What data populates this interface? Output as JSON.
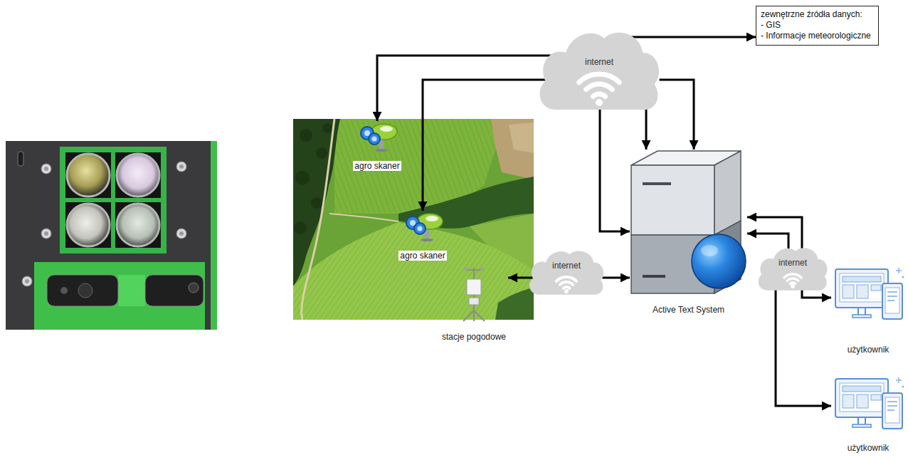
{
  "diagram": {
    "nodes": [
      {
        "text": [
          "internet"
        ]
      },
      {
        "text": [
          "zewnętrzne źródła danych:",
          "- GIS",
          "- Informacje meteorologiczne"
        ]
      },
      {
        "text": [
          "agro skaner"
        ]
      },
      {
        "text": [
          "agro skaner"
        ]
      },
      {
        "text": [
          "Active Text System"
        ]
      },
      {
        "text": [
          "internet"
        ]
      },
      {
        "text": [
          "internet"
        ]
      },
      {
        "text": [
          "stacje pogodowe"
        ]
      },
      {
        "text": [
          "użytkownik"
        ]
      },
      {
        "text": [
          "użytkownik"
        ]
      }
    ],
    "edges": [
      {
        "from": 0,
        "to": 1,
        "arrow": "to"
      },
      {
        "from": 0,
        "to": 2,
        "arrow": "to"
      },
      {
        "from": 0,
        "to": 3,
        "arrow": "to"
      },
      {
        "from": 0,
        "to": 4,
        "arrow": "to"
      },
      {
        "from": 0,
        "to": 4,
        "arrow": "to"
      },
      {
        "from": 0,
        "to": 4,
        "arrow": "to"
      },
      {
        "from": 5,
        "to": 7,
        "arrow": "to"
      },
      {
        "from": 5,
        "to": 4,
        "arrow": "to"
      },
      {
        "from": 6,
        "to": 4,
        "arrow": "to"
      },
      {
        "from": 6,
        "to": 4,
        "arrow": "to"
      },
      {
        "from": 6,
        "to": 8,
        "arrow": "to"
      },
      {
        "from": 6,
        "to": 9,
        "arrow": "to"
      }
    ]
  }
}
